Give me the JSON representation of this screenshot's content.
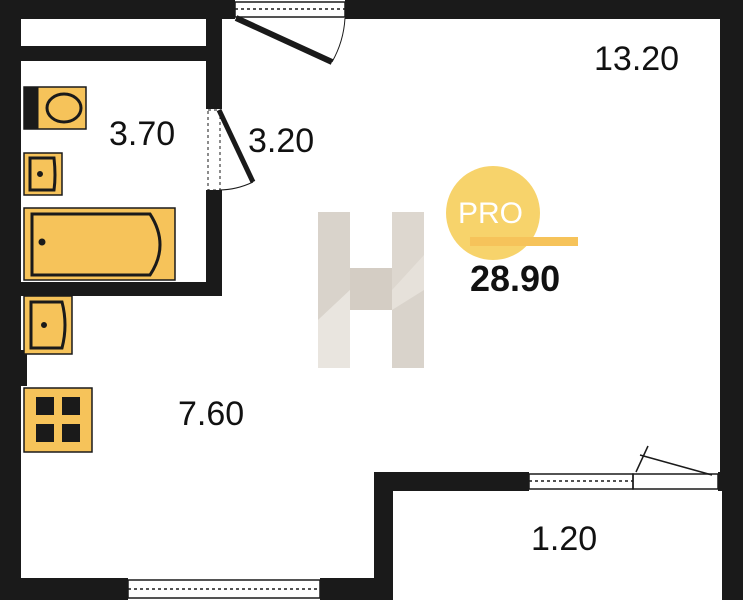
{
  "plan": {
    "rooms": {
      "living_room_area": "13.20",
      "bathroom_area": "3.70",
      "hallway_area": "3.20",
      "kitchen_area": "7.60",
      "balcony_area": "1.20"
    },
    "total_area": "28.90",
    "badge_text": "PRO"
  },
  "colors": {
    "wall": "#1a1a1a",
    "fixture_fill": "#f6c35a",
    "badge": "#f7d36b",
    "badge_bar": "#f6c35a",
    "logo": "#e2ddd6"
  }
}
